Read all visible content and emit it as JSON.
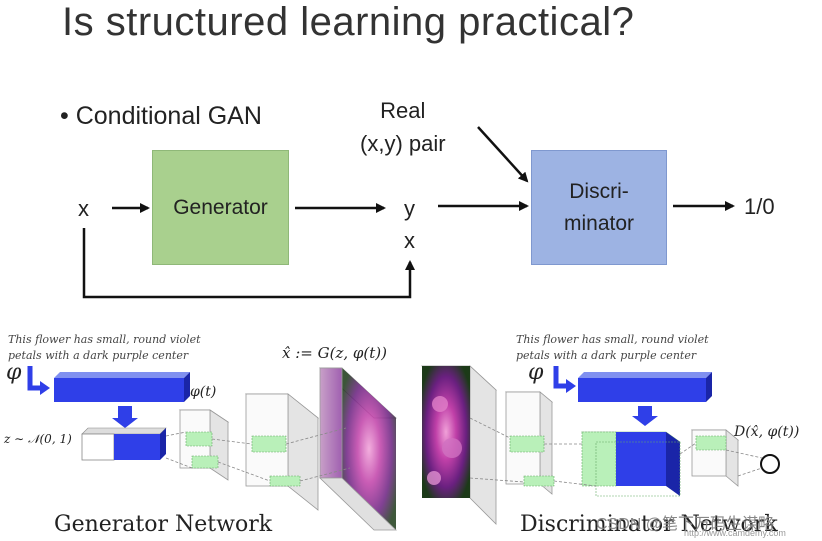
{
  "title": "Is structured learning practical?",
  "bullet": "Conditional GAN",
  "diagram": {
    "input_label": "x",
    "generator_label": "Generator",
    "output_y": "y",
    "output_x": "x",
    "real_pair_line1": "Real",
    "real_pair_line2": "(x,y) pair",
    "discriminator_line1": "Discri-",
    "discriminator_line2": "minator",
    "output_label": "1/0"
  },
  "network": {
    "caption_left_line1": "This flower has small, round violet",
    "caption_left_line2": "petals with a dark purple center",
    "caption_right_line1": "This flower has small, round violet",
    "caption_right_line2": "petals with a dark purple center",
    "phi": "φ",
    "phi_t": "φ(t)",
    "z_noise": "z ∼ 𝒩(0, 1)",
    "x_hat_eq": "x̂ := G(z, φ(t))",
    "d_eq": "D(x̂, φ(t))",
    "generator_network_label": "Generator Network",
    "discriminator_network_label": "Discriminator Network"
  },
  "watermark": {
    "text": "CSDN @笔下万码生谋略",
    "url": "http://www.camdemy.com"
  },
  "colors": {
    "generator_fill": "#a9d08e",
    "discriminator_fill": "#9db3e3",
    "embedding_blue": "#2f3fe8",
    "feature_green": "#b9f0b9"
  }
}
